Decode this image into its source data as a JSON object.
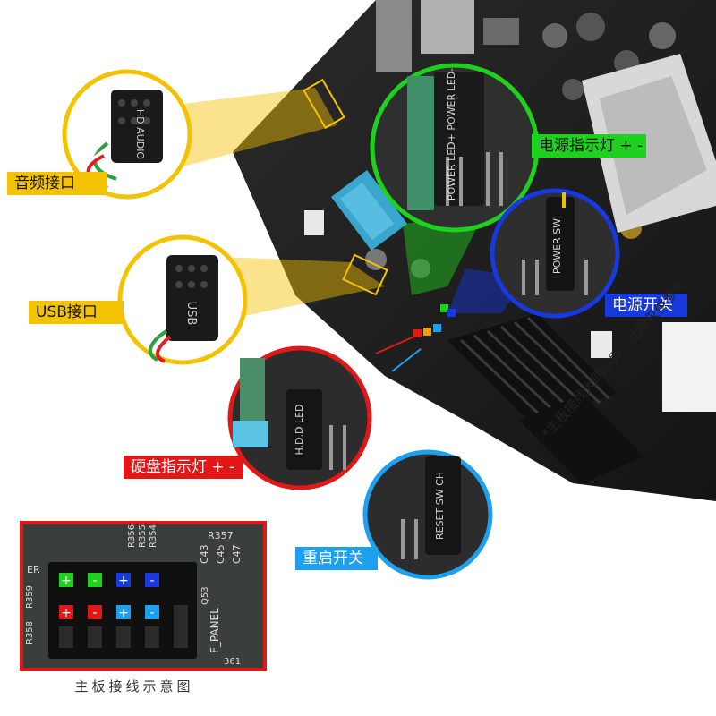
{
  "labels": {
    "audio": "音频接口",
    "usb": "USB接口",
    "power_led": "电源指示灯 + -",
    "power_sw": "电源开关",
    "hdd_led": "硬盘指示灯 + -",
    "reset_sw": "重启开关"
  },
  "connector_text": {
    "audio": "HD AUDIO",
    "usb": "USB",
    "power_led": "POWER LED+ POWER LED-",
    "power_sw": "POWER SW",
    "hdd_led": "H.D.D LED",
    "reset_sw": "RESET SW CH"
  },
  "schematic": {
    "silk_texts": [
      "R357",
      "C43",
      "C45",
      "C47",
      "R356",
      "R355",
      "R354",
      "R358",
      "R359",
      "Q53",
      "F_PANEL",
      "ER",
      "361"
    ],
    "pins_top": [
      "+",
      "-",
      "+",
      "-"
    ],
    "pins_bottom": [
      "+",
      "-",
      "+",
      "-"
    ]
  },
  "note": "*主板接线大同小异，此图仅供参考",
  "caption": "主板接线示意图",
  "colors": {
    "yellow": "#f3c200",
    "green": "#1fd11f",
    "blue": "#1838e0",
    "red": "#e01818",
    "light_blue": "#1ea0f0",
    "board": "#1c1c1c"
  }
}
